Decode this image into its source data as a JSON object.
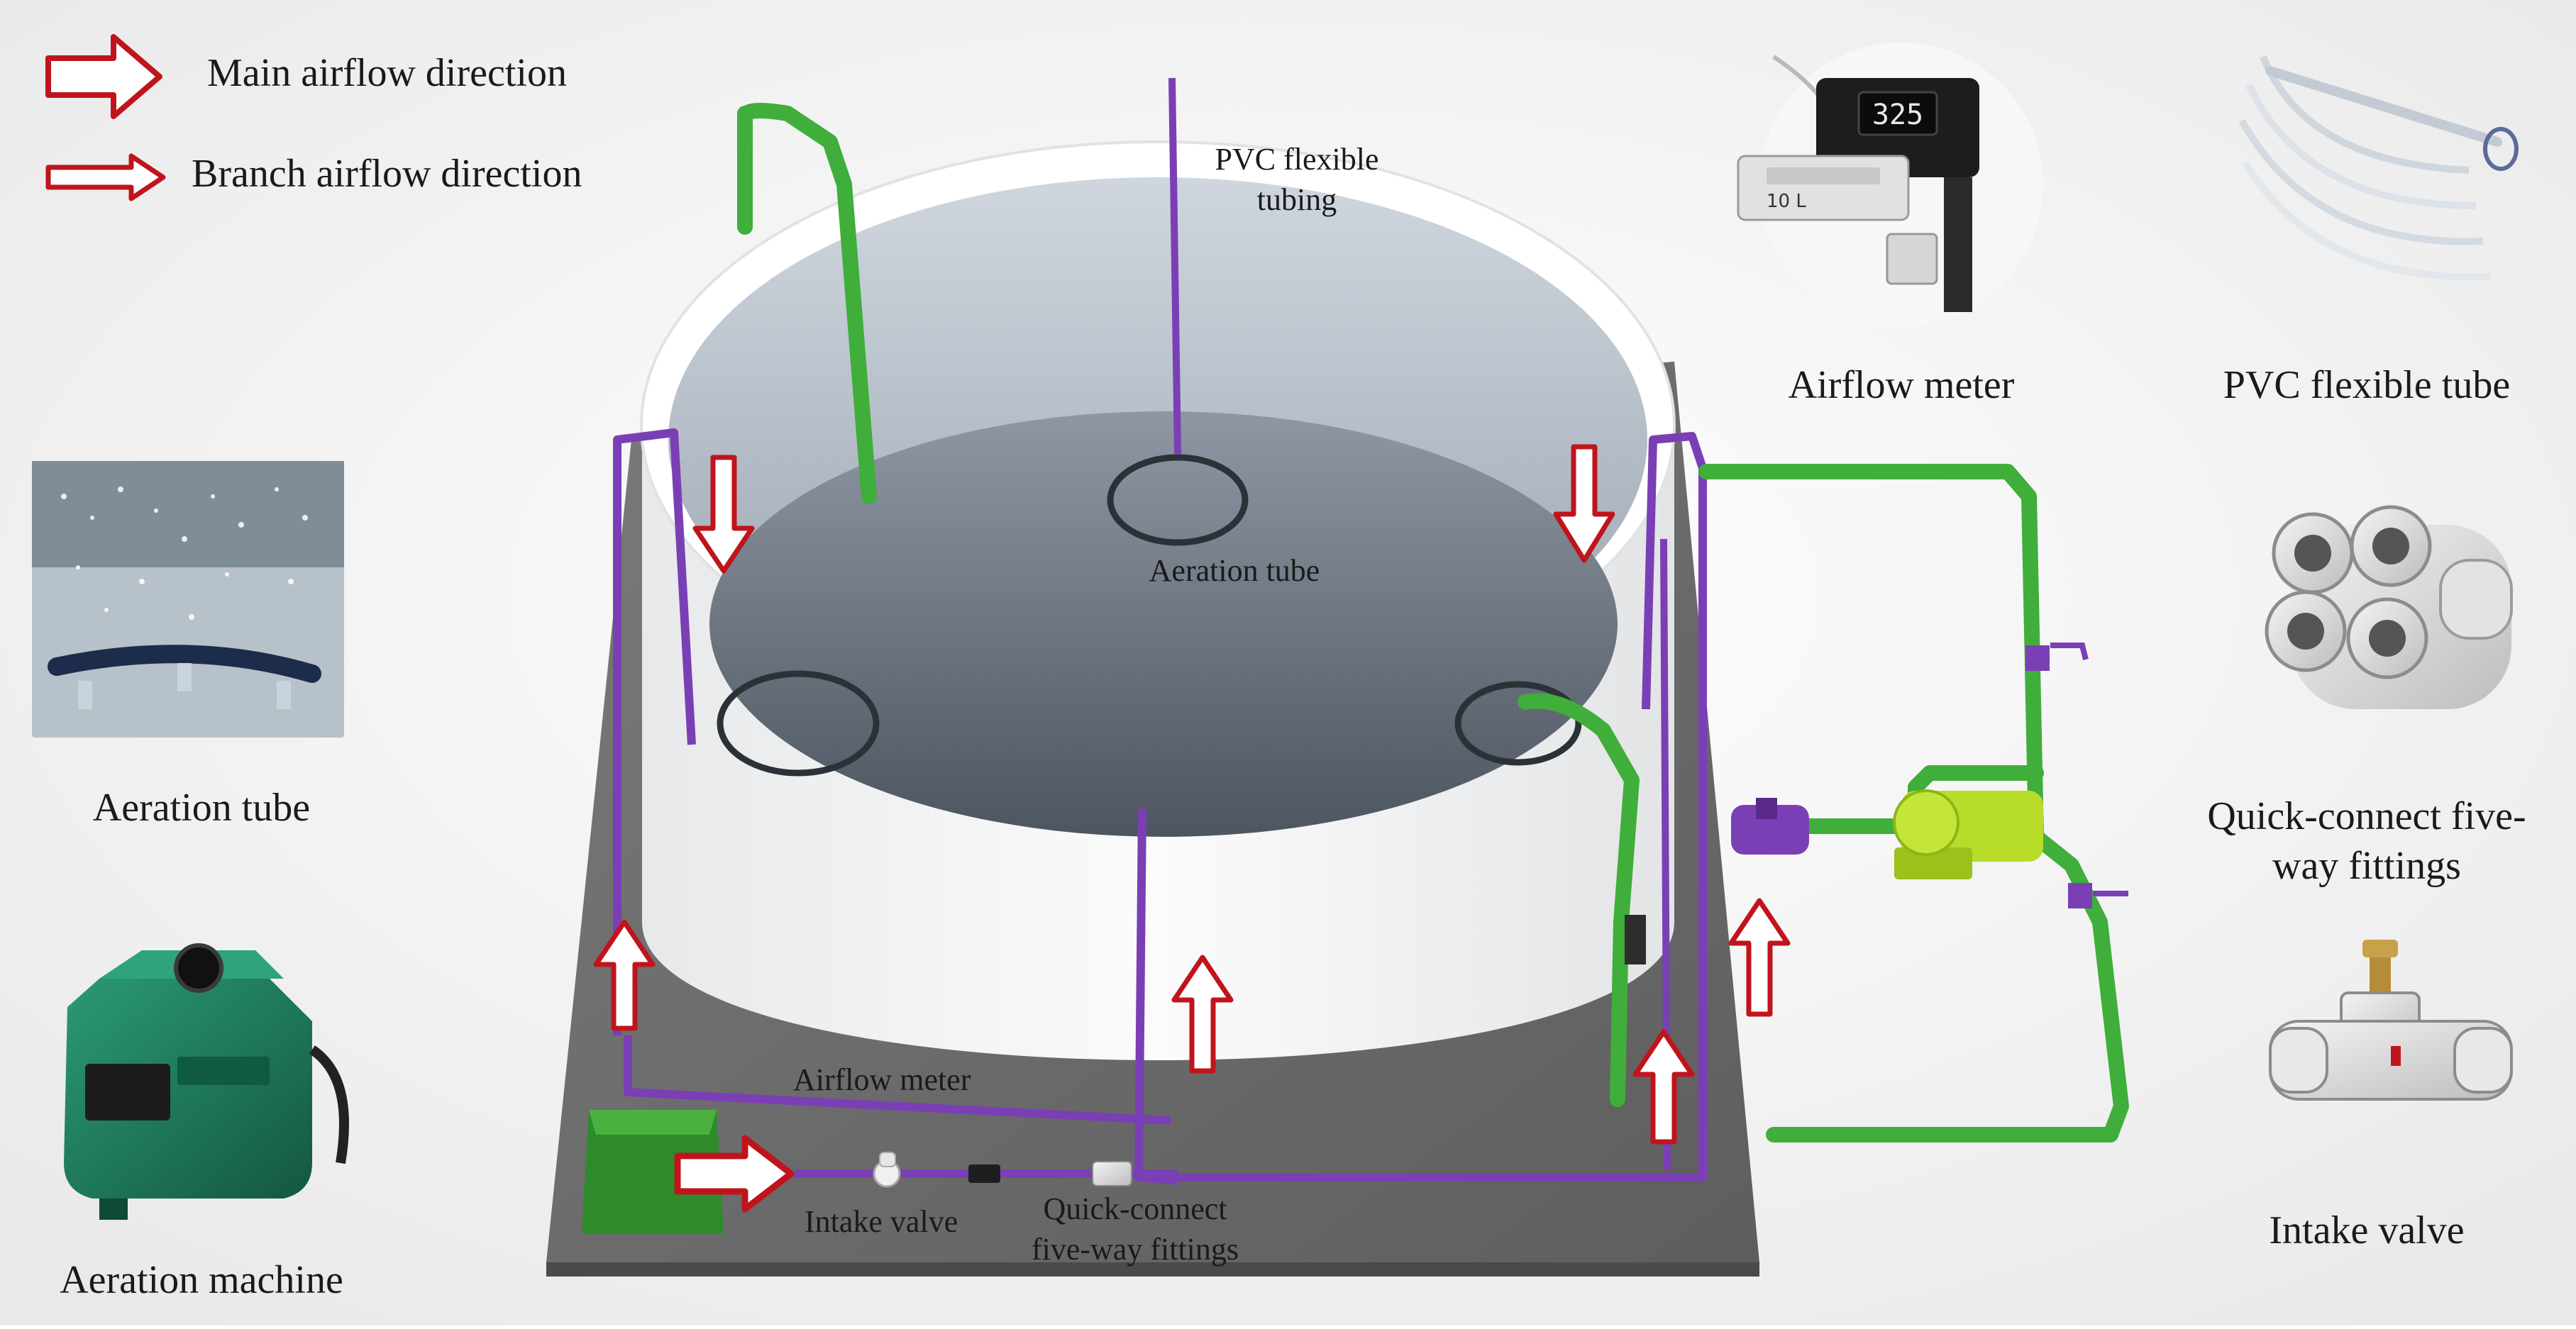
{
  "legend": {
    "main_airflow": "Main airflow direction",
    "branch_airflow": "Branch airflow direction"
  },
  "labels": {
    "pvc_flexible_tubing_line1": "PVC flexible",
    "pvc_flexible_tubing_line2": "tubing",
    "aeration_tube_center": "Aeration tube",
    "airflow_meter_bottom": "Airflow meter",
    "intake_valve_bottom": "Intake valve",
    "quick_connect_line1": "Quick-connect",
    "quick_connect_line2": "five-way fittings"
  },
  "components": {
    "airflow_meter": "Airflow meter",
    "pvc_flexible_tube": "PVC flexible tube",
    "aeration_tube": "Aeration tube",
    "aeration_machine": "Aeration machine",
    "quick_connect_line1": "Quick-connect five-",
    "quick_connect_line2": "way fittings",
    "intake_valve": "Intake valve"
  },
  "meter_display": "325",
  "meter_tag": "10 L",
  "colors": {
    "arrow_red": "#c0141c",
    "purple_tube": "#7b3fb5",
    "green_pipe": "#3fae3a",
    "base_plate": "#6f6f6f",
    "machine_green": "#1f7a5c",
    "water": "#5a6370"
  }
}
